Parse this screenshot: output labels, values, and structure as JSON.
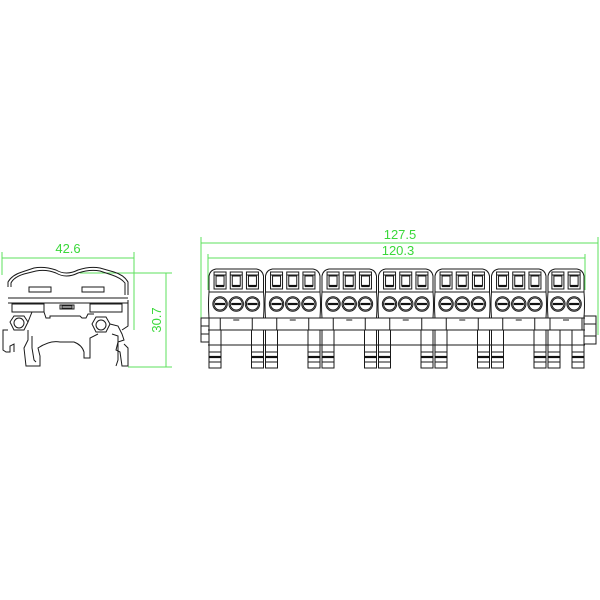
{
  "drawing": {
    "title": "DIN rail terminal block distribution – dimensional drawing",
    "colors": {
      "dimension": "#3ad83a",
      "outline": "#1a1a1a",
      "background": "#ffffff"
    },
    "units": "mm"
  },
  "side_view": {
    "width_label": "42.6",
    "height_label": "30.7"
  },
  "front_view": {
    "overall_length_label": "127.5",
    "body_length_label": "120.3",
    "module_count": 7,
    "terminals_per_module": [
      3,
      3,
      3,
      3,
      3,
      3,
      2
    ]
  }
}
